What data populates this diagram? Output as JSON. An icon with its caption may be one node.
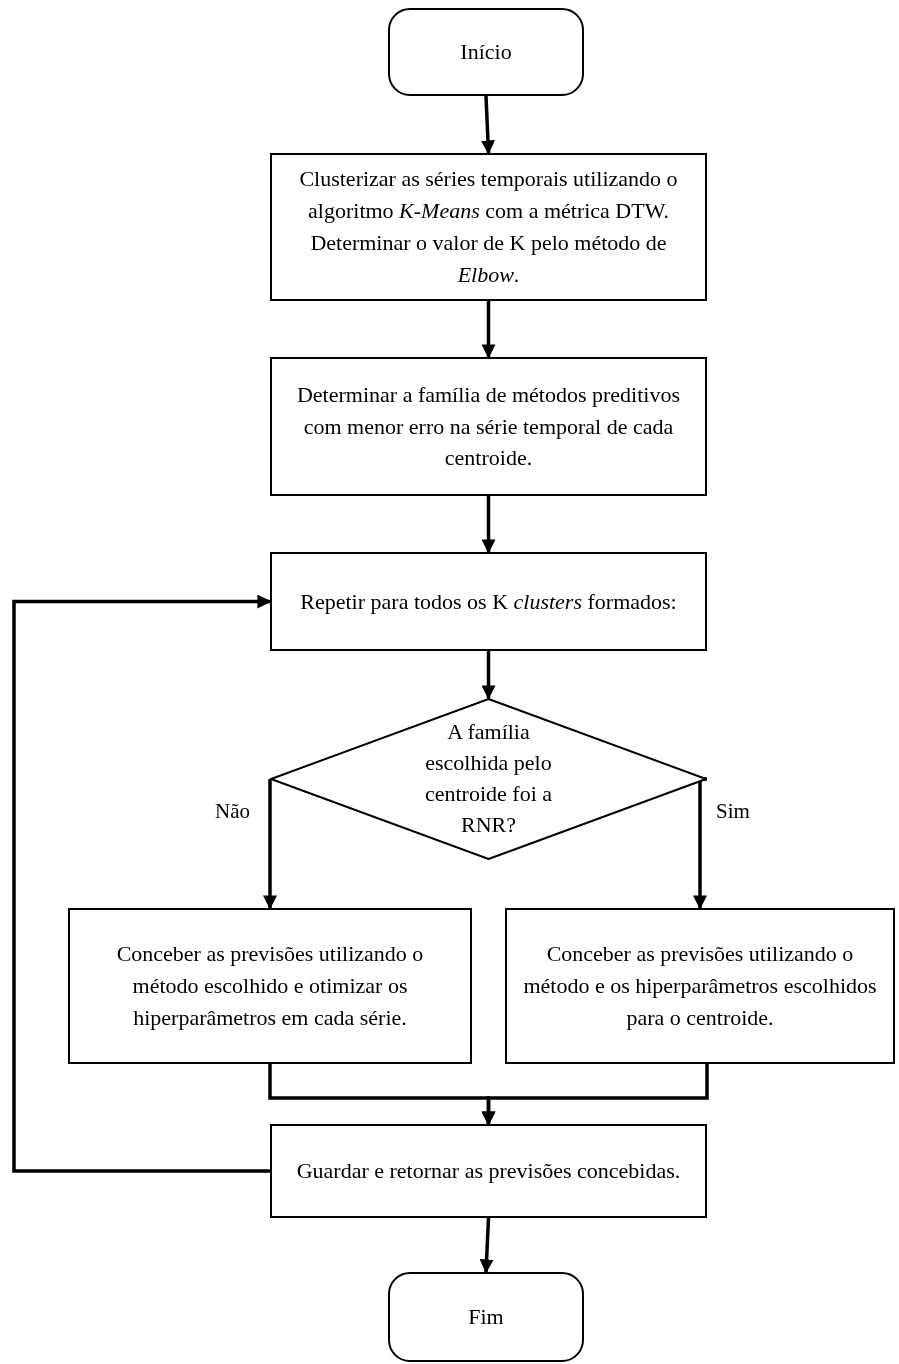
{
  "diagram": {
    "nodes": [
      {
        "text": [
          "Início"
        ]
      },
      {
        "text": [
          "Clusterizar as séries temporais utilizando o algoritmo *K-Means* com a métrica DTW. Determinar o valor de K pelo método de *Elbow*."
        ]
      },
      {
        "text": [
          "Determinar a família de métodos preditivos com menor erro na série temporal de cada centroide."
        ]
      },
      {
        "text": [
          "Repetir para todos os K *clusters* formados:"
        ]
      },
      {
        "text": [
          "A família escolhida pelo centroide foi a RNR?"
        ]
      },
      {
        "text": [
          "Conceber as previsões utilizando o método escolhido e otimizar os hiperparâmetros em cada série."
        ]
      },
      {
        "text": [
          "Conceber as previsões utilizando o método e os hiperparâmetros escolhidos para o centroide."
        ]
      },
      {
        "text": [
          "Guardar e retornar as previsões concebidas."
        ]
      },
      {
        "text": [
          "Fim"
        ]
      }
    ],
    "edges": [
      {
        "from": 0,
        "to": 1,
        "arrow": "to"
      },
      {
        "from": 1,
        "to": 2,
        "arrow": "to"
      },
      {
        "from": 2,
        "to": 3,
        "arrow": "to"
      },
      {
        "from": 3,
        "to": 4,
        "arrow": "to"
      },
      {
        "from": 4,
        "to": 5,
        "arrow": "to",
        "label": "Não"
      },
      {
        "from": 4,
        "to": 6,
        "arrow": "to",
        "label": "Sim"
      },
      {
        "from": 5,
        "to": 7,
        "arrow": "to"
      },
      {
        "from": 6,
        "to": 7,
        "arrow": "to"
      },
      {
        "from": 7,
        "to": 8,
        "arrow": "to"
      },
      {
        "from": 7,
        "to": 3,
        "arrow": "to"
      }
    ]
  }
}
